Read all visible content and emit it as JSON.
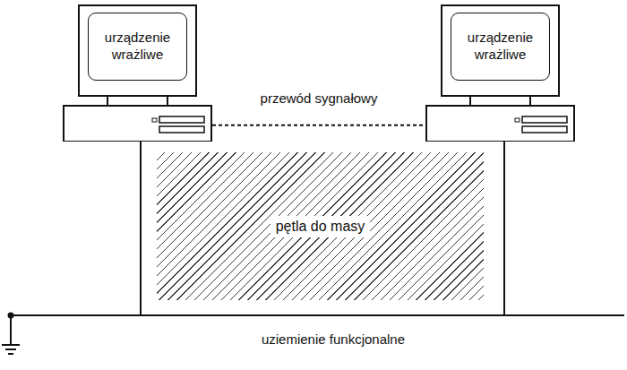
{
  "diagram": {
    "nodes": [
      {
        "text": [
          "urządzenie wrażliwe"
        ]
      },
      {
        "text": [
          "urządzenie wrażliwe"
        ]
      },
      {
        "text": [
          "pętla do masy"
        ]
      }
    ],
    "edges": [
      {
        "from": 0,
        "to": 1,
        "label": "przewód sygnałowy",
        "arrow": "none"
      }
    ],
    "labels": [
      "uziemienie funkcjonalne"
    ]
  }
}
